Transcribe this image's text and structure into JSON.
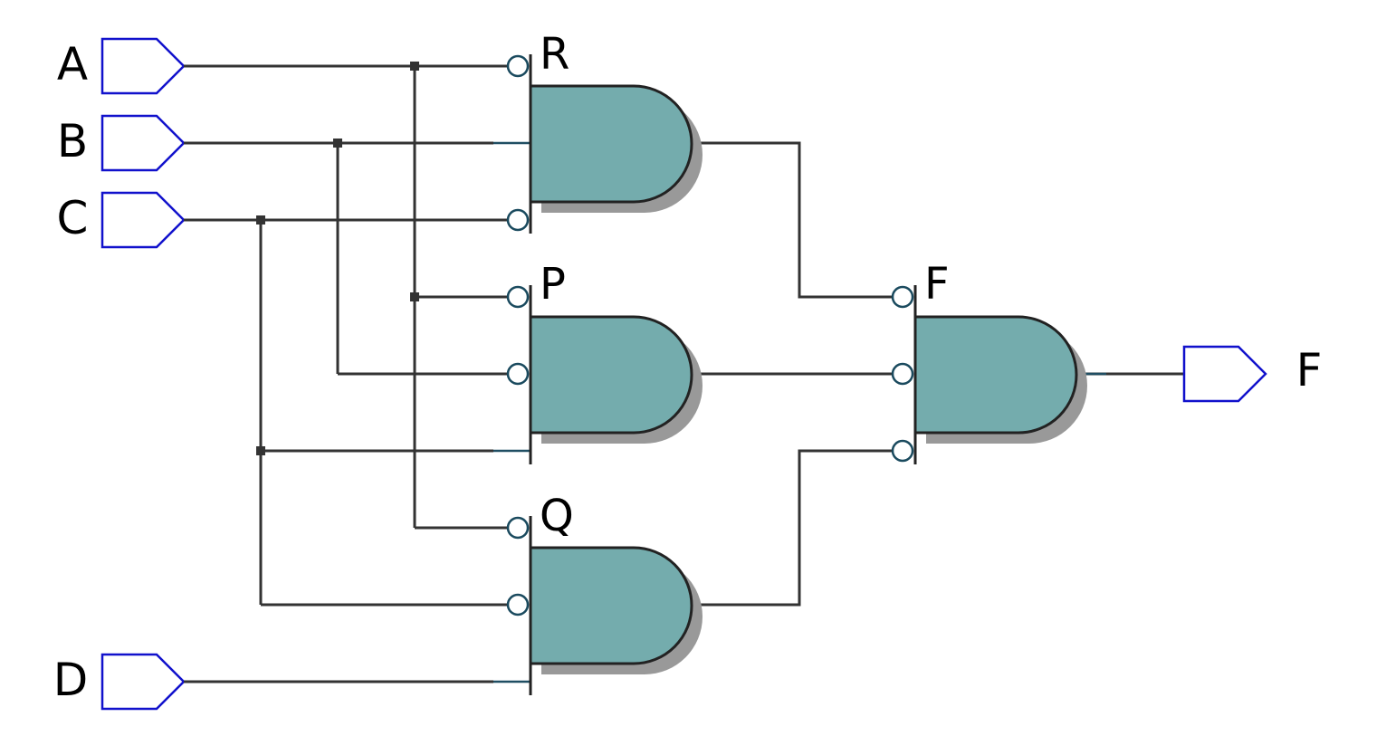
{
  "colors": {
    "gate_fill": "#74acad",
    "pin_stroke": "#1111cc",
    "wire": "#333333",
    "background": "#ffffff"
  },
  "inputs": [
    {
      "id": "A",
      "label": "A"
    },
    {
      "id": "B",
      "label": "B"
    },
    {
      "id": "C",
      "label": "C"
    },
    {
      "id": "D",
      "label": "D"
    }
  ],
  "gates": {
    "R": {
      "label": "R",
      "type": "AND",
      "inputs": [
        "A (inverted)",
        "B",
        "C (inverted)"
      ]
    },
    "P": {
      "label": "P",
      "type": "AND",
      "inputs": [
        "A (inverted)",
        "B (inverted)",
        "C"
      ]
    },
    "Q": {
      "label": "Q",
      "type": "AND",
      "inputs": [
        "A (inverted)",
        "C (inverted)",
        "D"
      ]
    },
    "F": {
      "label": "F",
      "type": "AND",
      "inputs": [
        "R (inverted)",
        "P (inverted)",
        "Q (inverted)"
      ]
    }
  },
  "output": {
    "id": "F",
    "label": "F"
  }
}
